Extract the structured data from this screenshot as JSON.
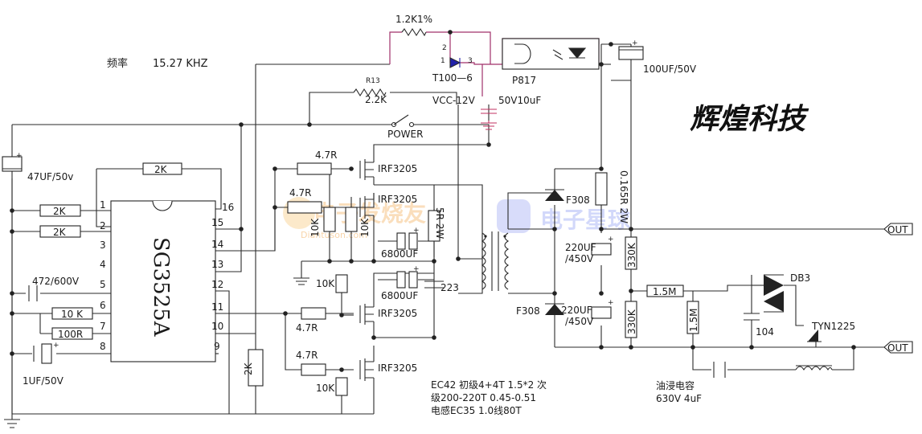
{
  "title": {
    "freq_label": "频率",
    "freq_value": "15.27 KHZ"
  },
  "brand": "辉煌科技",
  "watermark": {
    "site_cn": "电子发烧友",
    "site_url": "Diantuson.com",
    "site2_cn": "电子星球"
  },
  "ic": {
    "name": "SG3525A",
    "pins": [
      "1",
      "2",
      "3",
      "4",
      "5",
      "6",
      "7",
      "8",
      "9",
      "10",
      "11",
      "12",
      "13",
      "14",
      "15",
      "16"
    ]
  },
  "components": {
    "r_1k2": "1.2K1%",
    "r13_ref": "R13",
    "r13_val": "2.2K",
    "t100": "T100—6",
    "t100_pin1": "1",
    "t100_pin2": "2",
    "t100_pin3": "3",
    "p817": "P817",
    "cap_100uf": "100UF/50V",
    "vcc": "VCC-12V",
    "cap_50v10uf": "50V10uF",
    "power": "POWER",
    "cap_47uf": "47UF/50v",
    "r_2k_top": "2K",
    "r_2k_p1": "2K",
    "r_2k_p2": "2K",
    "cap_472": "472/600V",
    "r_10k_ct": "10 K",
    "r_100r": "100R",
    "cap_1uf": "1UF/50V",
    "r_2k_vert": "2K",
    "g1": "4.7R",
    "g2": "4.7R",
    "g3": "4.7R",
    "g4": "4.7R",
    "q1": "IRF3205",
    "q2": "IRF3205",
    "q3": "IRF3205",
    "q4": "IRF3205",
    "r10k_a": "10K",
    "r10k_b": "10K",
    "r10k_c": "10K",
    "r10k_d": "10K",
    "c6800_a": "6800UF",
    "c6800_b": "6800UF",
    "r5r": "5R 2W",
    "c223": "223",
    "f308_a": "F308",
    "f308_b": "F308",
    "c220_a1": "220UF",
    "c220_a2": "/450V",
    "c220_b1": "220UF",
    "c220_b2": "/450V",
    "r0165": "0.165R 2W",
    "r330_a": "330K",
    "r330_b": "330K",
    "r15m_h": "1.5M",
    "r15m_v": "1.5M",
    "c104": "104",
    "db3": "DB3",
    "tyn": "TYN1225",
    "out1": "OUT",
    "out2": "OUT"
  },
  "notes": {
    "line1": "EC42 初级4+4T  1.5*2  次",
    "line2": "级200-220T    0.45-0.51",
    "line3": "电感EC35 1.0线80T",
    "oil1": "油浸电容",
    "oil2": "630V 4uF"
  }
}
